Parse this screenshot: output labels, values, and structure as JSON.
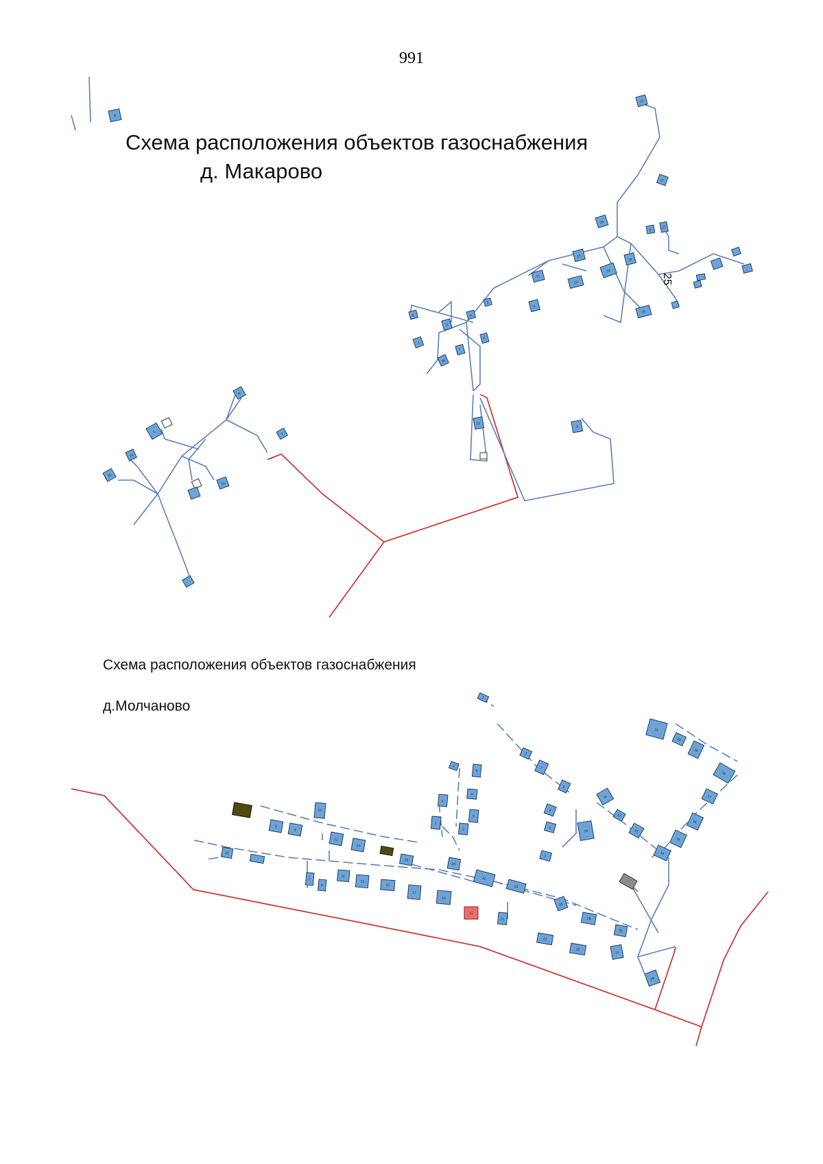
{
  "page_number": "991",
  "map1": {
    "title_line1": "Схема расположения объектов газоснабжения",
    "title_line2": "д. Макарово",
    "rotated_label": "25",
    "houses": [
      {
        "n": "8"
      },
      {
        "n": "19"
      },
      {
        "n": "17"
      },
      {
        "n": "29"
      },
      {
        "n": "0"
      },
      {
        "n": "27"
      },
      {
        "n": "13"
      },
      {
        "n": "16"
      },
      {
        "n": "12"
      },
      {
        "n": "71"
      },
      {
        "n": "10"
      },
      {
        "n": "9"
      },
      {
        "n": "26"
      },
      {
        "n": "6"
      },
      {
        "n": "2"
      },
      {
        "n": "3"
      },
      {
        "n": "4"
      },
      {
        "n": "1"
      },
      {
        "n": "5"
      },
      {
        "n": "7"
      },
      {
        "n": "30"
      },
      {
        "n": "22"
      },
      {
        "n": "3"
      },
      {
        "n": "6"
      },
      {
        "n": "2"
      },
      {
        "n": "1"
      },
      {
        "n": "14"
      },
      {
        "n": "15"
      },
      {
        "n": "1а"
      }
    ]
  },
  "map2": {
    "title_line1": "Схема расположения объектов газоснабжения",
    "title_line2": "д.Молчаново",
    "houses": [
      {
        "n": "1"
      },
      {
        "n": "3"
      },
      {
        "n": "7"
      },
      {
        "n": "9"
      },
      {
        "n": "21"
      },
      {
        "n": "20"
      },
      {
        "n": "19"
      },
      {
        "n": "18"
      },
      {
        "n": "17"
      },
      {
        "n": "16"
      },
      {
        "n": "15"
      },
      {
        "n": "14"
      },
      {
        "n": "13"
      },
      {
        "n": "12"
      },
      {
        "n": "11"
      },
      {
        "n": "10"
      },
      {
        "n": "8"
      },
      {
        "n": "6"
      },
      {
        "n": "4"
      },
      {
        "n": "2"
      },
      {
        "n": "5"
      },
      {
        "n": "6"
      },
      {
        "n": "4"
      },
      {
        "n": "3"
      },
      {
        "n": "1"
      },
      {
        "n": "2"
      },
      {
        "n": "10"
      },
      {
        "n": "6"
      },
      {
        "n": "8"
      },
      {
        "n": "12"
      },
      {
        "n": "14"
      },
      {
        "n": "16"
      },
      {
        "n": "20"
      },
      {
        "n": "22"
      },
      {
        "n": "24"
      },
      {
        "n": "26"
      },
      {
        "n": "28"
      },
      {
        "n": "30"
      },
      {
        "n": "32"
      },
      {
        "n": "7"
      },
      {
        "n": "9"
      },
      {
        "n": "11"
      },
      {
        "n": "13"
      },
      {
        "n": "15"
      },
      {
        "n": "17"
      },
      {
        "n": "19"
      },
      {
        "n": "31"
      },
      {
        "n": "21"
      },
      {
        "n": "23"
      },
      {
        "n": "25"
      },
      {
        "n": "27"
      },
      {
        "n": "29"
      }
    ]
  },
  "colors": {
    "gas_line": "#5b7fb8",
    "main_line": "#cc3a3a",
    "house_fill": "#6ea3d6",
    "house_special_olive": "#4d4a14",
    "house_special_red": "#f06b6b",
    "house_special_grey": "#8c8c8c"
  }
}
